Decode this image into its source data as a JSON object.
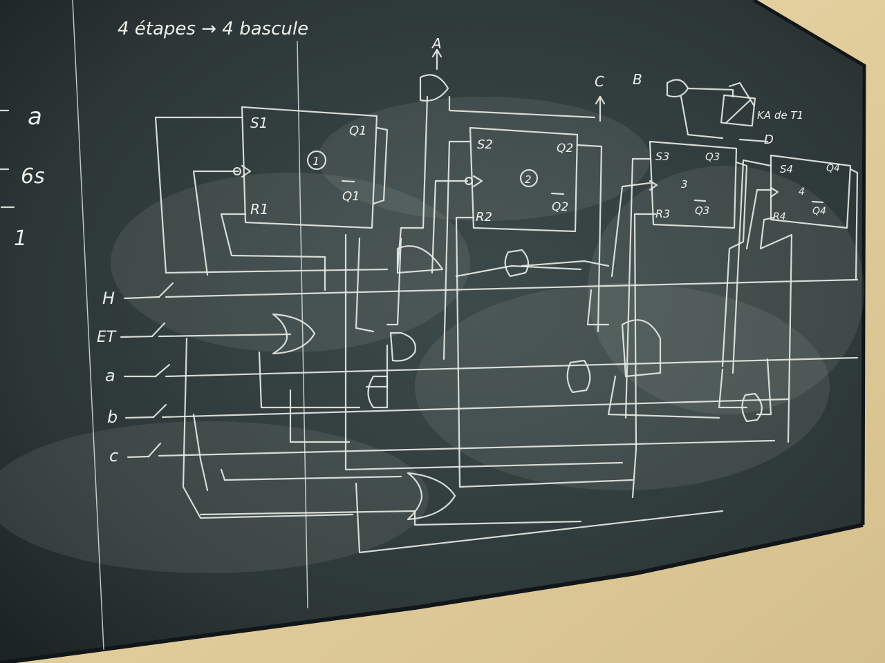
{
  "title": "4 étapes → 4 bascule",
  "left_margin": {
    "lines": [
      "a",
      "6s",
      "1"
    ]
  },
  "inputs": [
    "H",
    "ET",
    "a",
    "b",
    "c"
  ],
  "outputs": {
    "A": "A",
    "B": "B",
    "C": "C",
    "D": "D",
    "relay_label": "KA de T1"
  },
  "flipflops": [
    {
      "number": "1",
      "S": "S1",
      "R": "R1",
      "Q": "Q1",
      "Qbar": "Q1"
    },
    {
      "number": "2",
      "S": "S2",
      "R": "R2",
      "Q": "Q2",
      "Qbar": "Q2"
    },
    {
      "number": "3",
      "S": "S3",
      "R": "R3",
      "Q": "Q3",
      "Qbar": "Q3"
    },
    {
      "number": "4",
      "S": "S4",
      "R": "R4",
      "Q": "Q4",
      "Qbar": "Q4"
    }
  ],
  "colors": {
    "board": "#2c3636",
    "chalk": "#e9ece6",
    "wall": "#e2cfa0",
    "frame": "#11161a"
  }
}
